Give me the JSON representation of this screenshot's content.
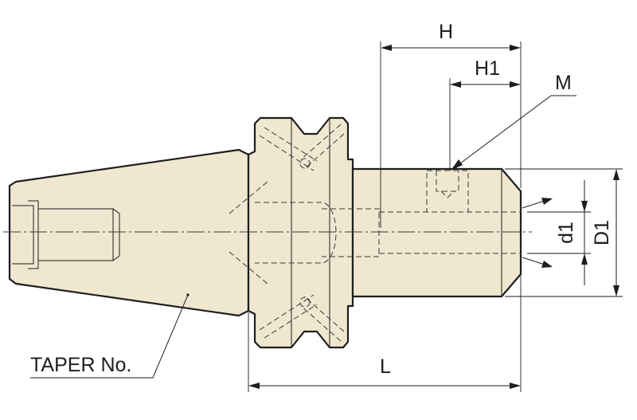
{
  "labels": {
    "H": "H",
    "H1": "H1",
    "M": "M",
    "d1": "d1",
    "D1": "D1",
    "L": "L",
    "taper": "TAPER No."
  }
}
